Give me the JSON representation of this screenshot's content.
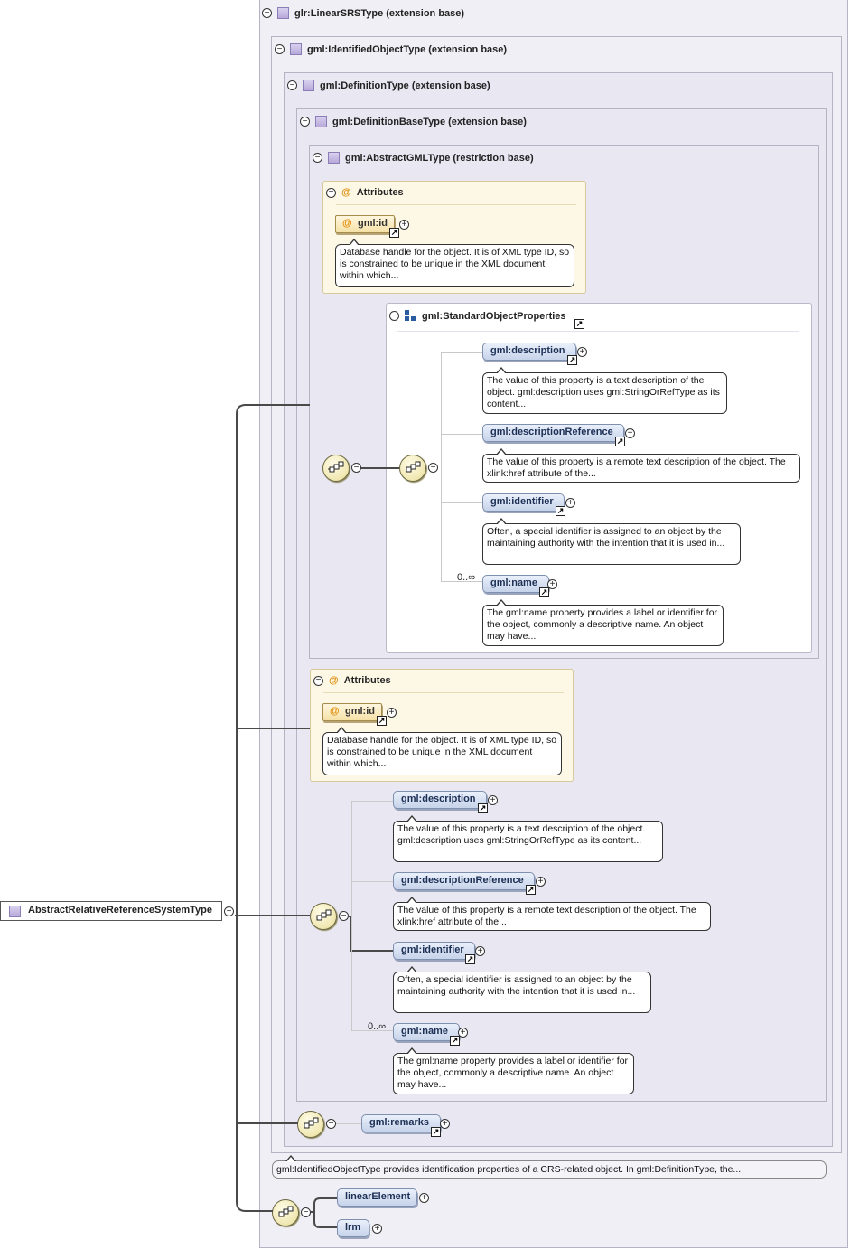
{
  "root": {
    "label": "AbstractRelativeReferenceSystemType"
  },
  "frames": {
    "linear_srs": "glr:LinearSRSType (extension base)",
    "identified_object": "gml:IdentifiedObjectType (extension base)",
    "definition": "gml:DefinitionType (extension base)",
    "definition_base": "gml:DefinitionBaseType (extension base)",
    "abstract_gml": "gml:AbstractGMLType (restriction base)"
  },
  "attributes_inner": {
    "title": "Attributes",
    "attr_name": "gml:id",
    "doc": "Database handle for the object. It is of XML type ID, so is constrained to be unique in the XML document within which..."
  },
  "std_props": {
    "title": "gml:StandardObjectProperties",
    "items": [
      {
        "name": "gml:description",
        "doc": "The value of this property is a text description of the object. gml:description uses gml:StringOrRefType as its content..."
      },
      {
        "name": "gml:descriptionReference",
        "doc": "The value of this property is a remote text description of the object. The xlink:href attribute of the..."
      },
      {
        "name": "gml:identifier",
        "doc": "Often, a special identifier is assigned to an object by the maintaining authority with the intention that it is used in..."
      },
      {
        "name": "gml:name",
        "cardinality": "0..∞",
        "doc": "The gml:name property provides a label or identifier for the object, commonly a descriptive name. An object may have..."
      }
    ]
  },
  "attributes_outer": {
    "title": "Attributes",
    "attr_name": "gml:id",
    "doc": "Database handle for the object. It is of XML type ID, so is constrained to be unique in the XML document within which..."
  },
  "definition_props": {
    "items": [
      {
        "name": "gml:description",
        "doc": "The value of this property is a text description of the object. gml:description uses gml:StringOrRefType as its content..."
      },
      {
        "name": "gml:descriptionReference",
        "doc": "The value of this property is a remote text description of the object. The xlink:href attribute of the..."
      },
      {
        "name": "gml:identifier",
        "doc": "Often, a special identifier is assigned to an object by the maintaining authority with the intention that it is used in..."
      },
      {
        "name": "gml:name",
        "cardinality": "0..∞",
        "doc": "The gml:name property provides a label or identifier for the object, commonly a descriptive name. An object may have..."
      }
    ]
  },
  "remarks": {
    "name": "gml:remarks"
  },
  "identified_doc": "gml:IdentifiedObjectType provides identification properties of a CRS-related object. In gml:DefinitionType, the...",
  "linear_elements": {
    "items": [
      "linearElement",
      "lrm"
    ]
  },
  "symbols": {
    "collapse": "−",
    "expand": "+",
    "link": "↗",
    "attribute": "@"
  },
  "colors": {
    "element_fill": "#c6d3ea",
    "attribute_fill": "#f5e1a6",
    "frame_fill": "#f0eff6",
    "compositor_fill": "#f0e7b0"
  }
}
